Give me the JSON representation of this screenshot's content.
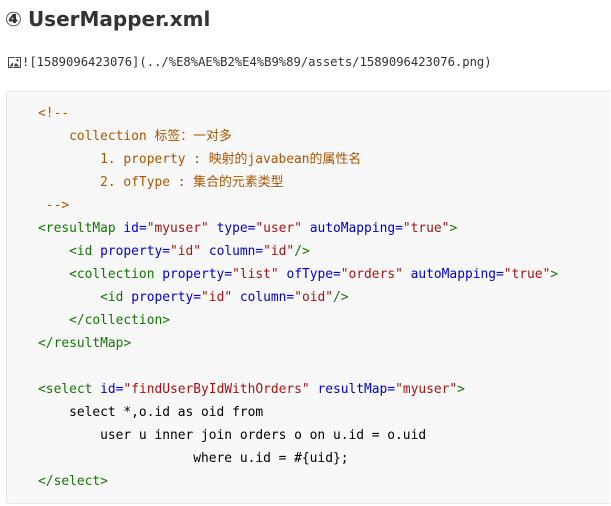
{
  "heading": {
    "number_glyph": "④",
    "title": "UserMapper.xml"
  },
  "image_ref": {
    "icon": "broken-image-icon",
    "text": "![1589096423076](../%E8%AE%B2%E4%B9%89/assets/1589096423076.png)"
  },
  "colors": {
    "comment": "#aa5500",
    "tag": "#117700",
    "attribute": "#0000cc",
    "string": "#aa1111",
    "plain": "#000000",
    "code_background": "#f8f8f8"
  },
  "code": {
    "lines": [
      [
        {
          "t": "    <!--",
          "k": "comment"
        }
      ],
      [
        {
          "t": "        collection 标签：一对多",
          "k": "comment"
        }
      ],
      [
        {
          "t": "            1. property : 映射的javabean的属性名",
          "k": "comment"
        }
      ],
      [
        {
          "t": "            2. ofType : 集合的元素类型",
          "k": "comment"
        }
      ],
      [
        {
          "t": "     -->",
          "k": "comment"
        }
      ],
      [
        {
          "t": "    <resultMap",
          "k": "tag"
        },
        {
          "t": " ",
          "k": "plain"
        },
        {
          "t": "id=",
          "k": "attr"
        },
        {
          "t": "\"myuser\"",
          "k": "str"
        },
        {
          "t": " ",
          "k": "plain"
        },
        {
          "t": "type=",
          "k": "attr"
        },
        {
          "t": "\"user\"",
          "k": "str"
        },
        {
          "t": " ",
          "k": "plain"
        },
        {
          "t": "autoMapping=",
          "k": "attr"
        },
        {
          "t": "\"true\"",
          "k": "str"
        },
        {
          "t": ">",
          "k": "tag"
        }
      ],
      [
        {
          "t": "        <id",
          "k": "tag"
        },
        {
          "t": " ",
          "k": "plain"
        },
        {
          "t": "property=",
          "k": "attr"
        },
        {
          "t": "\"id\"",
          "k": "str"
        },
        {
          "t": " ",
          "k": "plain"
        },
        {
          "t": "column=",
          "k": "attr"
        },
        {
          "t": "\"id\"",
          "k": "str"
        },
        {
          "t": "/>",
          "k": "tag"
        }
      ],
      [
        {
          "t": "        <collection",
          "k": "tag"
        },
        {
          "t": " ",
          "k": "plain"
        },
        {
          "t": "property=",
          "k": "attr"
        },
        {
          "t": "\"list\"",
          "k": "str"
        },
        {
          "t": " ",
          "k": "plain"
        },
        {
          "t": "ofType=",
          "k": "attr"
        },
        {
          "t": "\"orders\"",
          "k": "str"
        },
        {
          "t": " ",
          "k": "plain"
        },
        {
          "t": "autoMapping=",
          "k": "attr"
        },
        {
          "t": "\"true\"",
          "k": "str"
        },
        {
          "t": ">",
          "k": "tag"
        }
      ],
      [
        {
          "t": "            <id",
          "k": "tag"
        },
        {
          "t": " ",
          "k": "plain"
        },
        {
          "t": "property=",
          "k": "attr"
        },
        {
          "t": "\"id\"",
          "k": "str"
        },
        {
          "t": " ",
          "k": "plain"
        },
        {
          "t": "column=",
          "k": "attr"
        },
        {
          "t": "\"oid\"",
          "k": "str"
        },
        {
          "t": "/>",
          "k": "tag"
        }
      ],
      [
        {
          "t": "        </collection>",
          "k": "tag"
        }
      ],
      [
        {
          "t": "    </resultMap>",
          "k": "tag"
        }
      ],
      [
        {
          "t": "",
          "k": "plain"
        }
      ],
      [
        {
          "t": "    <select",
          "k": "tag"
        },
        {
          "t": " ",
          "k": "plain"
        },
        {
          "t": "id=",
          "k": "attr"
        },
        {
          "t": "\"findUserByIdWithOrders\"",
          "k": "str"
        },
        {
          "t": " ",
          "k": "plain"
        },
        {
          "t": "resultMap=",
          "k": "attr"
        },
        {
          "t": "\"myuser\"",
          "k": "str"
        },
        {
          "t": ">",
          "k": "tag"
        }
      ],
      [
        {
          "t": "        select *,o.id as oid from",
          "k": "plain"
        }
      ],
      [
        {
          "t": "            user u inner join orders o on u.id = o.uid",
          "k": "plain"
        }
      ],
      [
        {
          "t": "                        where u.id = #{uid};",
          "k": "plain"
        }
      ],
      [
        {
          "t": "    </select>",
          "k": "tag"
        }
      ]
    ]
  }
}
